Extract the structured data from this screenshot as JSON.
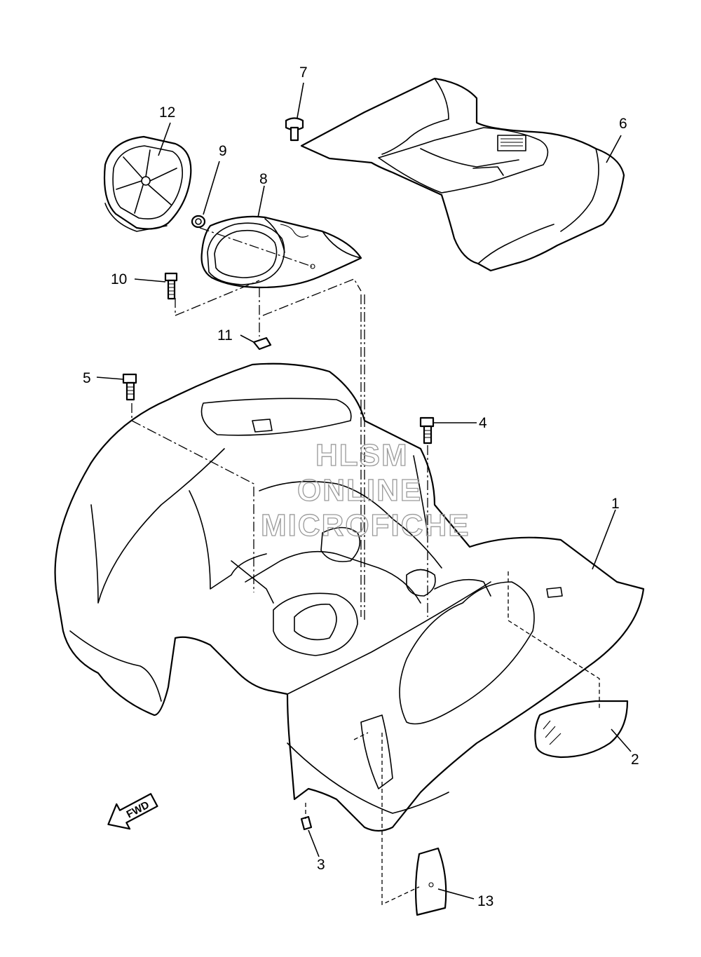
{
  "callouts": {
    "c1": "1",
    "c2": "2",
    "c3": "3",
    "c4": "4",
    "c5": "5",
    "c6": "6",
    "c7": "7",
    "c8": "8",
    "c9": "9",
    "c10": "10",
    "c11": "11",
    "c12": "12",
    "c13": "13"
  },
  "watermark": {
    "line1": "HLSM",
    "line2": "ONLINE",
    "line3": "MICROFICHE"
  },
  "direction_arrow": {
    "label": "FWD"
  }
}
